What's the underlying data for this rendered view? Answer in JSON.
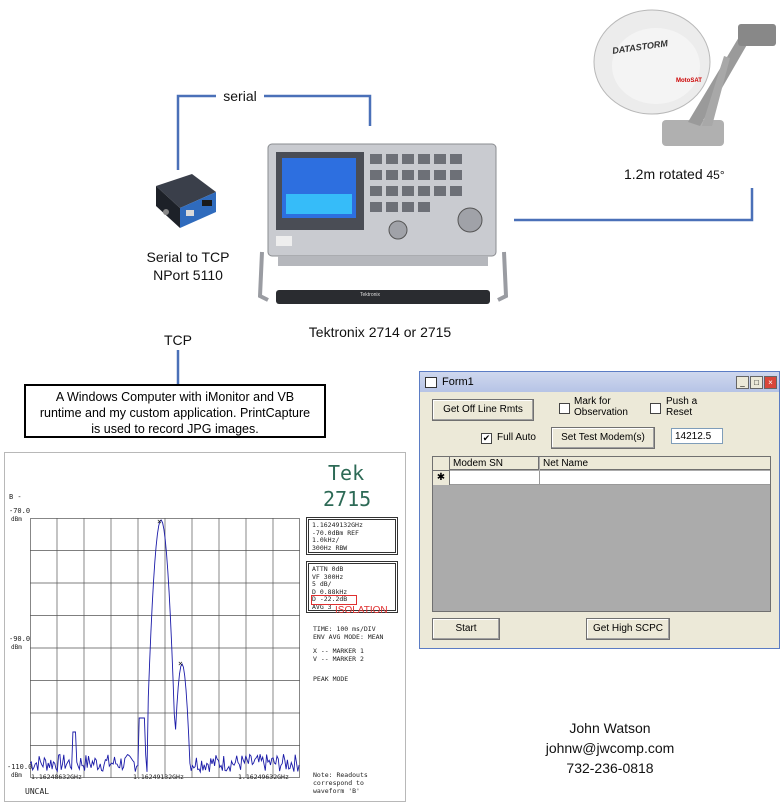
{
  "labels": {
    "serial": "serial",
    "serial_to_tcp_line1": "Serial to TCP",
    "serial_to_tcp_line2": "NPort 5110",
    "tcp": "TCP",
    "tektronix": "Tektronix 2714 or 2715",
    "dish_prefix": "1.2m rotated ",
    "dish_deg": "45°",
    "computer_box": "A Windows Computer with iMonitor and VB runtime and my custom application. PrintCapture is used to record JPG images.",
    "dish_logo": "DATASTORM",
    "dish_brand": "MotoSAT",
    "analyzer_brand": "Tektronix"
  },
  "spectrum": {
    "tek": "Tek",
    "model": "2715",
    "b_marker": "B -",
    "y_top": "-70.0",
    "y_mid": "-90.0",
    "y_bot": "-110.0",
    "y_unit": "dBm",
    "x_left": "1.16248632GHz",
    "x_mid": "1.16249132GHz",
    "x_right": "1.16249632GHz",
    "uncal": "UNCAL",
    "readout1": [
      "1.16249132GHz",
      "-70.0dBm REF",
      "1.0kHz/",
      "300Hz RBW"
    ],
    "readout2": [
      "ATTN 0dB",
      "VF 300Hz",
      "  5 dB/",
      "  D 0.88kHz",
      "  D -22.2dB",
      "AVG 3"
    ],
    "isolation": "ISOLATION",
    "time_line": "TIME: 100 ms/DIV",
    "env_line": "ENV AVG MODE: MEAN",
    "marker1": "X -- MARKER 1",
    "marker2": "V -- MARKER 2",
    "peak": "PEAK MODE",
    "note": [
      "Note:  Readouts",
      "correspond to",
      "waveform 'B'"
    ]
  },
  "form": {
    "title": "Form1",
    "btn_off_line": "Get Off Line Rmts",
    "chk_mark": "Mark for Observation",
    "chk_push": "Push a Reset",
    "chk_full_auto": "Full Auto",
    "full_auto_checked": "✔",
    "btn_set_test": "Set Test Modem(s)",
    "freq_value": "14212.5",
    "col_sn": "Modem SN",
    "col_name": "Net Name",
    "new_row": "✱",
    "btn_start": "Start",
    "btn_high": "Get High SCPC"
  },
  "contact": {
    "name": "John Watson",
    "email": "johnw@jwcomp.com",
    "phone": "732-236-0818"
  },
  "colors": {
    "line_blue": "#4a70b8",
    "isolation_red": "#e03030",
    "trace": "#1a1aa8"
  }
}
